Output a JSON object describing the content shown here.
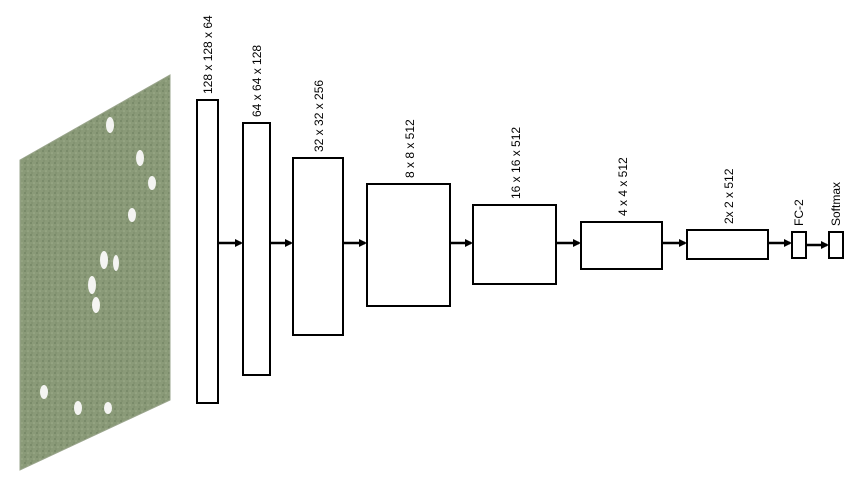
{
  "diagram": {
    "input_image": {
      "icon": "aerial-field-photo-with-sheep",
      "grass_color": "#8a9a78",
      "grass_dark": "#6f8060",
      "animal_color": "#f4f4f2"
    },
    "layers": [
      {
        "label": "128 x 128 x 64"
      },
      {
        "label": "64 x 64 x 128"
      },
      {
        "label": "32 x 32 x 256"
      },
      {
        "label": "8 x 8 x 512"
      },
      {
        "label": "16 x 16 x 512"
      },
      {
        "label": "4 x 4 x 512"
      },
      {
        "label": "2x 2 x 512"
      },
      {
        "label": "FC-2"
      },
      {
        "label": "Softmax"
      }
    ]
  }
}
